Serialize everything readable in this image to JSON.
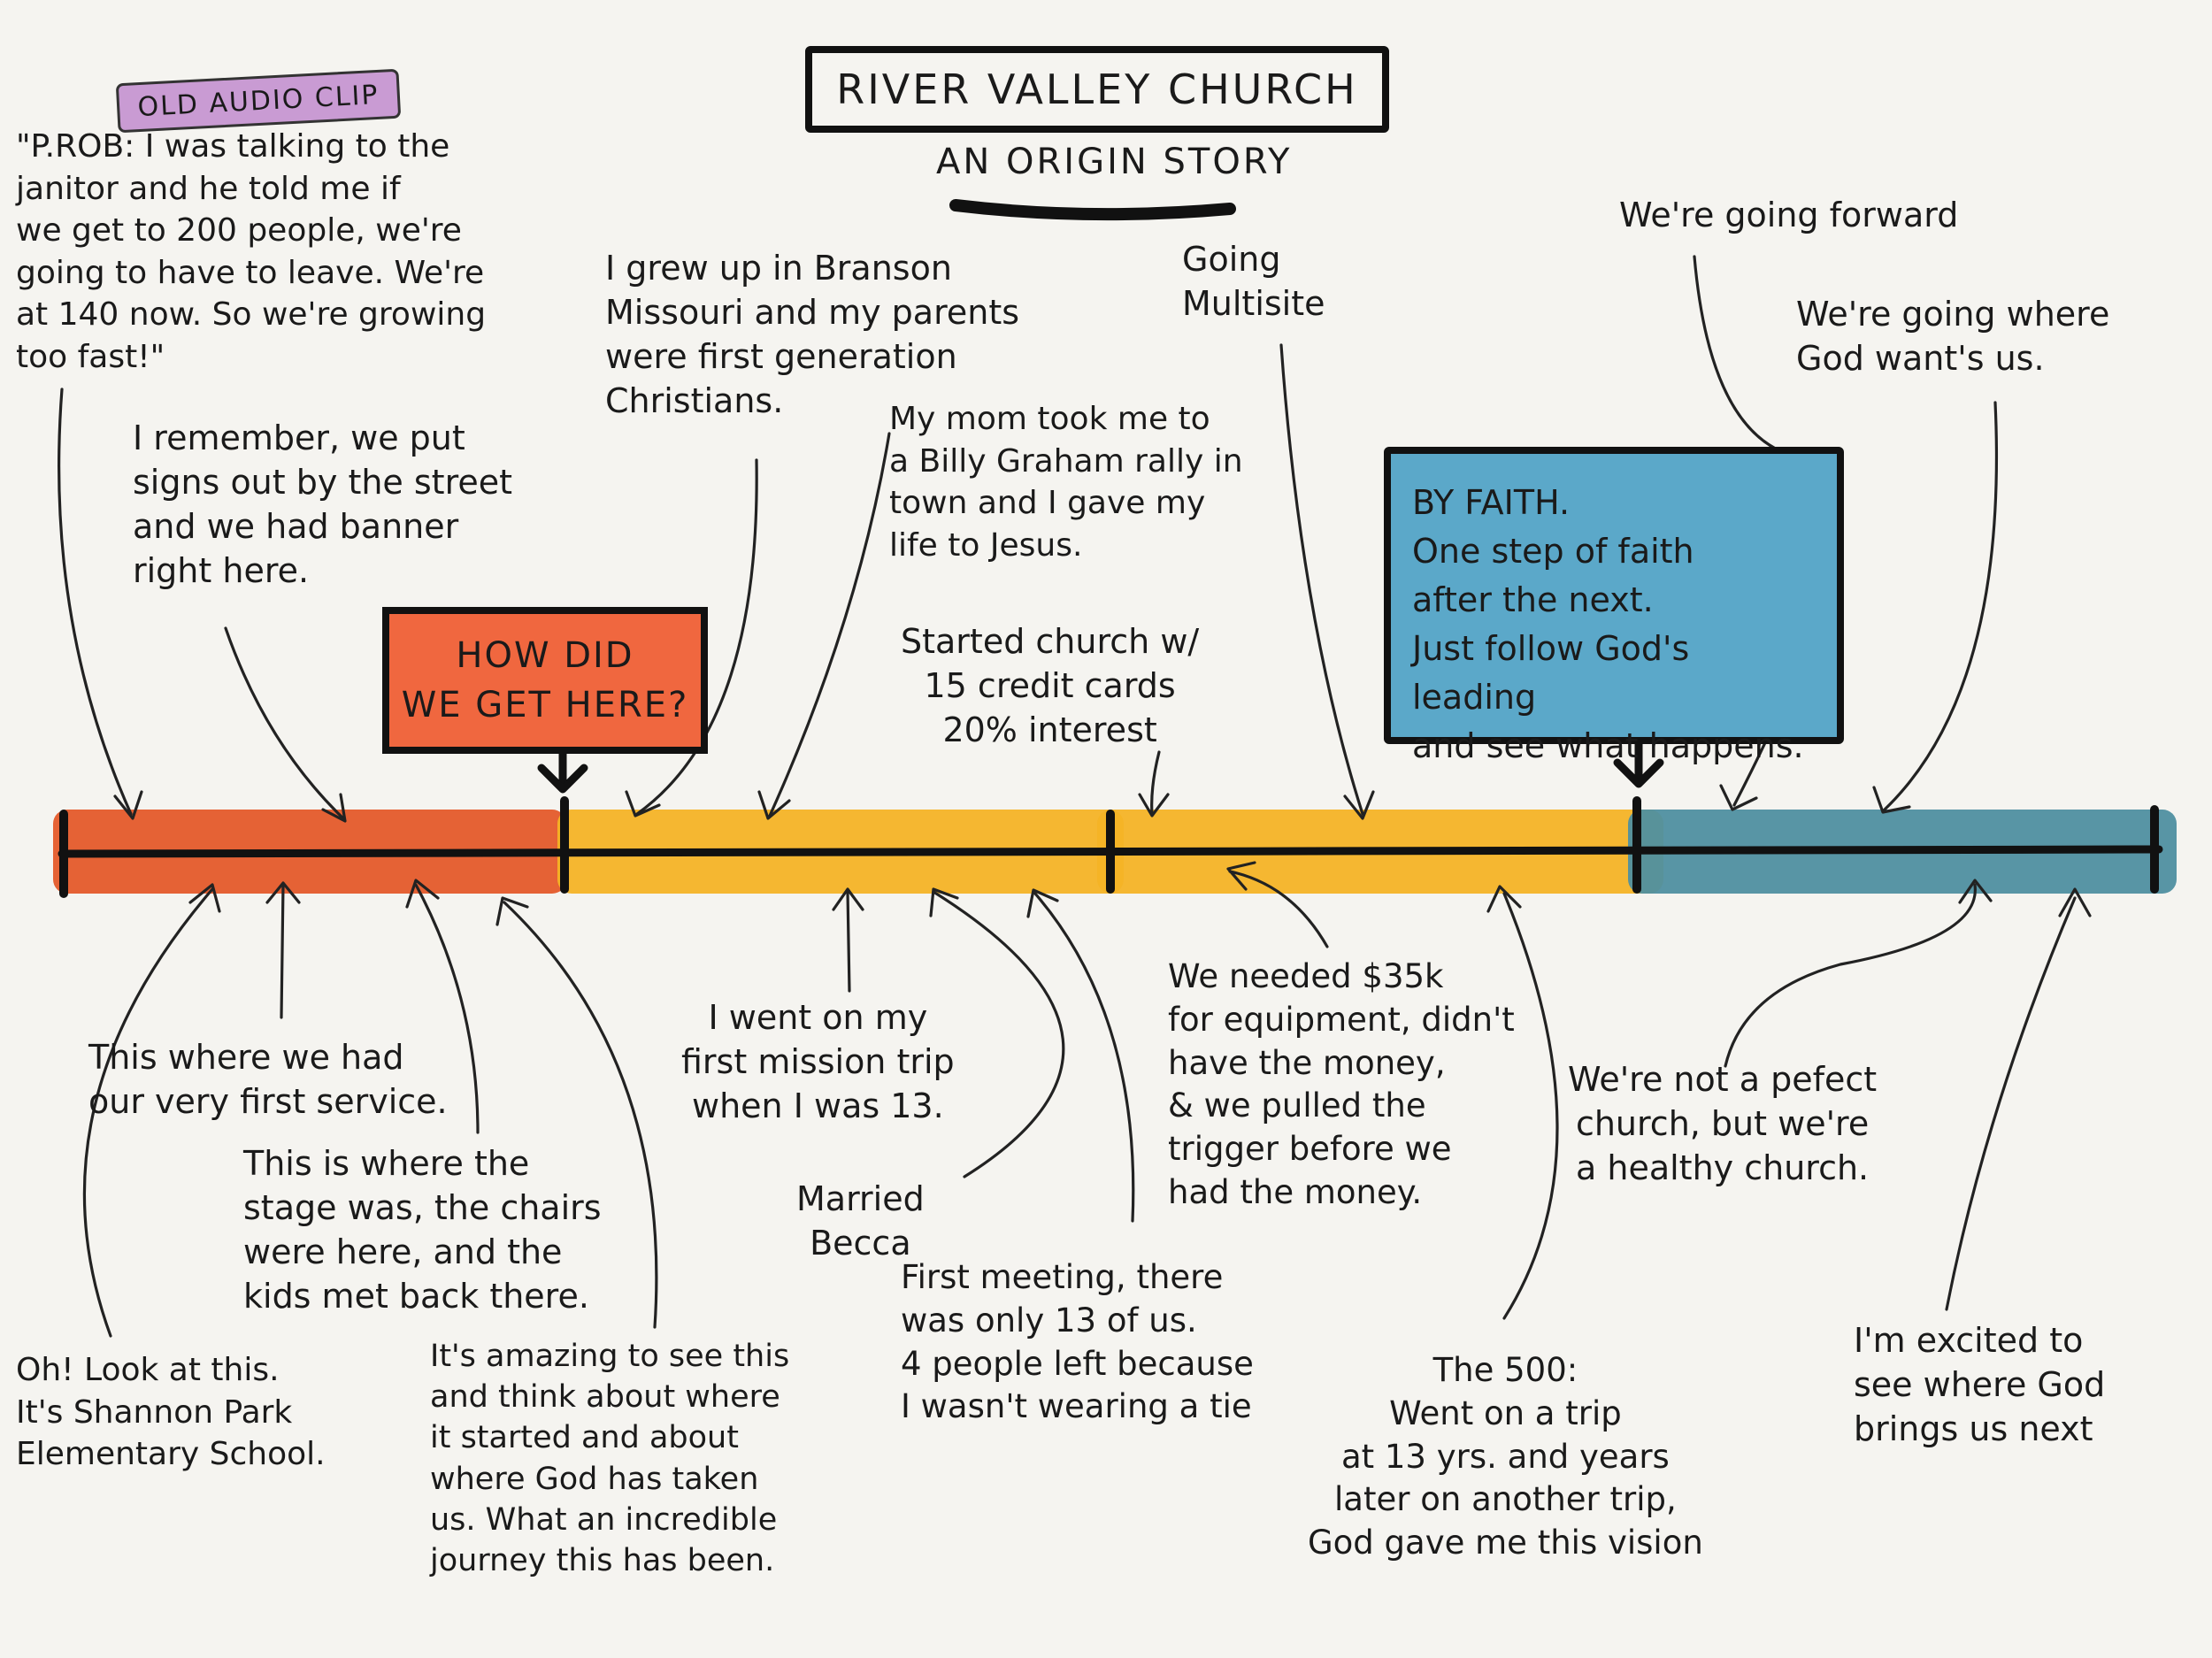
{
  "title": "RIVER VALLEY CHURCH",
  "subtitle": "AN ORIGIN STORY",
  "tag_label": "OLD AUDIO CLIP",
  "callout_red": {
    "line1": "HOW DID",
    "line2": "WE GET HERE?"
  },
  "callout_blue": "BY FAITH.\nOne step of faith\nafter the next.\nJust follow God's leading\nand see what happens.",
  "colors": {
    "red": "#e45a2a",
    "yellow": "#f4b326",
    "teal": "#4f8fa0",
    "purple": "#c99bd3",
    "blue_box": "#5ba8c9",
    "red_box": "#f0673f"
  },
  "notes_top": [
    "\"P.ROB: I was talking to the\njanitor and he told me if\nwe get to 200 people, we're\ngoing to have to leave. We're\nat 140 now. So we're growing\ntoo fast!\"",
    "I remember, we put\nsigns out by the street\nand we had banner\nright here.",
    "I grew up in Branson\nMissouri and my parents\nwere first generation\nChristians.",
    "My mom took me to\na Billy Graham rally in\ntown and I gave my\nlife to Jesus.",
    "Started church w/\n15 credit cards\n20% interest",
    "Going\nMultisite",
    "We're going forward",
    "We're going where\nGod want's us."
  ],
  "notes_bottom": [
    "This where we had\nour very first service.",
    "This is where the\nstage was, the chairs\nwere here, and the\nkids met back there.",
    "Oh! Look at this.\nIt's Shannon Park\nElementary School.",
    "It's amazing to see this\nand think about where\nit started and about\nwhere God has taken\nus. What an incredible\njourney this has been.",
    "I went on my\nfirst mission trip\nwhen I was 13.",
    "Married\nBecca",
    "First meeting, there\nwas only 13 of us.\n4 people left because\nI wasn't wearing a tie",
    "We needed $35k\nfor equipment, didn't\nhave the money,\n& we pulled the\ntrigger before we\nhad the money.",
    "The 500:\nWent on a trip\nat 13 yrs. and years\nlater on another trip,\nGod gave me this vision",
    "We're not a pefect\nchurch, but we're\na healthy church.",
    "I'm excited to\nsee where God\nbrings us next"
  ]
}
